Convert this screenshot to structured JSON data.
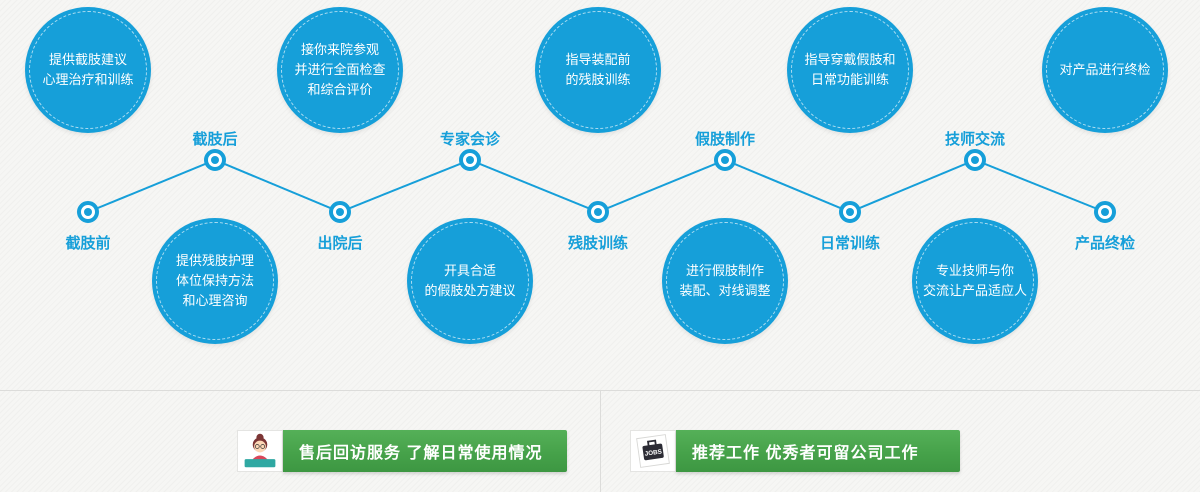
{
  "colors": {
    "accent_blue": "#169fd9",
    "banner_green": "#46a24a",
    "background": "#f6f6f4"
  },
  "timeline": {
    "stages": [
      {
        "label": "截肢前",
        "bubble": "提供截肢建议\n心理治疗和训练"
      },
      {
        "label": "截肢后",
        "bubble": "提供残肢护理\n体位保持方法\n和心理咨询"
      },
      {
        "label": "出院后",
        "bubble": "接你来院参观\n并进行全面检查\n和综合评价"
      },
      {
        "label": "专家会诊",
        "bubble": "开具合适\n的假肢处方建议"
      },
      {
        "label": "残肢训练",
        "bubble": "指导装配前\n的残肢训练"
      },
      {
        "label": "假肢制作",
        "bubble": "进行假肢制作\n装配、对线调整"
      },
      {
        "label": "日常训练",
        "bubble": "指导穿戴假肢和\n日常功能训练"
      },
      {
        "label": "技师交流",
        "bubble": "专业技师与你\n交流让产品适应人"
      },
      {
        "label": "产品终检",
        "bubble": "对产品进行终检"
      }
    ]
  },
  "banners": [
    {
      "text": "售后回访服务 了解日常使用情况",
      "icon": "customer-service-icon"
    },
    {
      "text": "推荐工作 优秀者可留公司工作",
      "icon": "jobs-briefcase-icon",
      "icon_label": "JOBS"
    }
  ]
}
